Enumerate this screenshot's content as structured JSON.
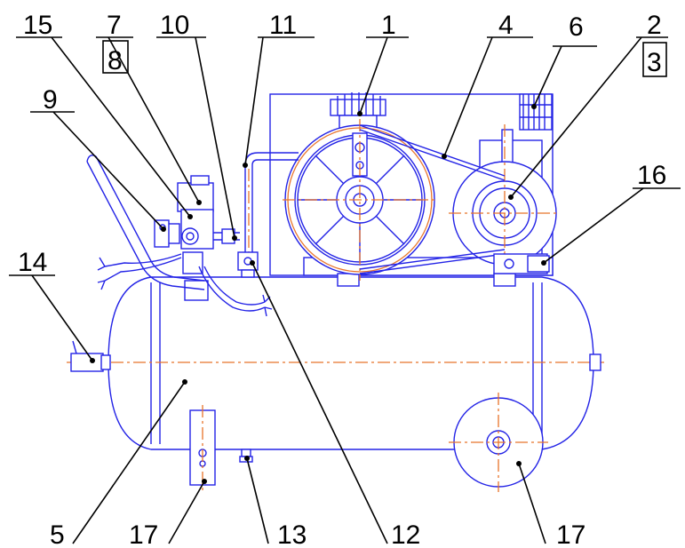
{
  "callouts": {
    "c1": "1",
    "c2": "2",
    "c3": "3",
    "c4": "4",
    "c5": "5",
    "c6": "6",
    "c7": "7",
    "c8": "8",
    "c9": "9",
    "c10": "10",
    "c11": "11",
    "c12": "12",
    "c13": "13",
    "c14": "14",
    "c15": "15",
    "c16": "16",
    "c17a": "17",
    "c17b": "17"
  },
  "colors": {
    "outline": "#2323e6",
    "centerline": "#e8742a",
    "leader": "#000000"
  }
}
